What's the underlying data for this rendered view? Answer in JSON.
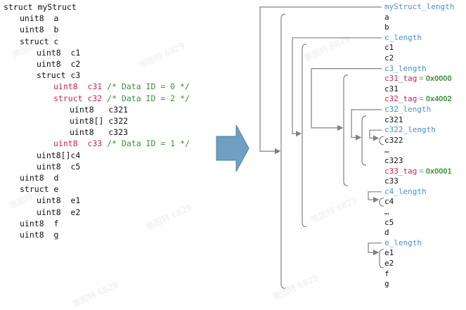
{
  "code": [
    {
      "indent": 0,
      "tokens": [
        {
          "t": "struct myStruct",
          "c": "plain"
        }
      ]
    },
    {
      "indent": 1,
      "tokens": [
        {
          "t": "unit8  a",
          "c": "plain"
        }
      ]
    },
    {
      "indent": 1,
      "tokens": [
        {
          "t": "uint8  b",
          "c": "plain"
        }
      ]
    },
    {
      "indent": 1,
      "tokens": [
        {
          "t": "struct c",
          "c": "plain"
        }
      ]
    },
    {
      "indent": 2,
      "tokens": [
        {
          "t": "uint8  c1",
          "c": "plain"
        }
      ]
    },
    {
      "indent": 2,
      "tokens": [
        {
          "t": "uint8  c2",
          "c": "plain"
        }
      ]
    },
    {
      "indent": 2,
      "tokens": [
        {
          "t": "struct c3",
          "c": "plain"
        }
      ]
    },
    {
      "indent": 3,
      "tokens": [
        {
          "t": "uint8  c31 ",
          "c": "red"
        },
        {
          "t": "/* Data ID = 0 */",
          "c": "green"
        }
      ]
    },
    {
      "indent": 3,
      "tokens": [
        {
          "t": "struct c32 ",
          "c": "red"
        },
        {
          "t": "/* Data ID = 2 */",
          "c": "green"
        }
      ]
    },
    {
      "indent": 4,
      "tokens": [
        {
          "t": "uint8   c321",
          "c": "plain"
        }
      ]
    },
    {
      "indent": 4,
      "tokens": [
        {
          "t": "uint8[] c322",
          "c": "plain"
        }
      ]
    },
    {
      "indent": 4,
      "tokens": [
        {
          "t": "uint8   c323",
          "c": "plain"
        }
      ]
    },
    {
      "indent": 3,
      "tokens": [
        {
          "t": "uint8  c33 ",
          "c": "red"
        },
        {
          "t": "/* Data ID = 1 */",
          "c": "green"
        }
      ]
    },
    {
      "indent": 2,
      "tokens": [
        {
          "t": "uint8[]c4",
          "c": "plain"
        }
      ]
    },
    {
      "indent": 2,
      "tokens": [
        {
          "t": "uint8  c5",
          "c": "plain"
        }
      ]
    },
    {
      "indent": 1,
      "tokens": [
        {
          "t": "uint8  d",
          "c": "plain"
        }
      ]
    },
    {
      "indent": 1,
      "tokens": [
        {
          "t": "struct e",
          "c": "plain"
        }
      ]
    },
    {
      "indent": 2,
      "tokens": [
        {
          "t": "uint8  e1",
          "c": "plain"
        }
      ]
    },
    {
      "indent": 2,
      "tokens": [
        {
          "t": "uint8  e2",
          "c": "plain"
        }
      ]
    },
    {
      "indent": 1,
      "tokens": [
        {
          "t": "uint8  f",
          "c": "plain"
        }
      ]
    },
    {
      "indent": 1,
      "tokens": [
        {
          "t": "uint8  g",
          "c": "plain"
        }
      ]
    }
  ],
  "layout": [
    {
      "label": "myStruct_length",
      "kind": "length"
    },
    {
      "label": "a",
      "kind": "field"
    },
    {
      "label": "b",
      "kind": "field"
    },
    {
      "label": "c_length",
      "kind": "length"
    },
    {
      "label": "c1",
      "kind": "field"
    },
    {
      "label": "c2",
      "kind": "field"
    },
    {
      "label": "c3_length",
      "kind": "length"
    },
    {
      "label": "c31_tag",
      "kind": "tag",
      "value": "0x0000"
    },
    {
      "label": "c31",
      "kind": "field"
    },
    {
      "label": "c32_tag",
      "kind": "tag",
      "value": "0x4002"
    },
    {
      "label": "c32_length",
      "kind": "length"
    },
    {
      "label": "c321",
      "kind": "field"
    },
    {
      "label": "c322_length",
      "kind": "length"
    },
    {
      "label": "c322",
      "kind": "field"
    },
    {
      "label": "…",
      "kind": "field"
    },
    {
      "label": "c323",
      "kind": "field"
    },
    {
      "label": "c33_tag",
      "kind": "tag",
      "value": "0x0001"
    },
    {
      "label": "c33",
      "kind": "field"
    },
    {
      "label": "c4_length",
      "kind": "length"
    },
    {
      "label": "c4",
      "kind": "field"
    },
    {
      "label": "…",
      "kind": "field"
    },
    {
      "label": "c5",
      "kind": "field"
    },
    {
      "label": "d",
      "kind": "field"
    },
    {
      "label": "e_length",
      "kind": "length"
    },
    {
      "label": "e1",
      "kind": "field"
    },
    {
      "label": "e2",
      "kind": "field"
    },
    {
      "label": "f",
      "kind": "field"
    },
    {
      "label": "g",
      "kind": "field"
    }
  ],
  "tag_separator": " = ",
  "colors": {
    "keyword_red": "#c8245a",
    "comment_green": "#3f8f3f",
    "length_blue": "#4f8fbf",
    "arrow_fill": "#6f9fc2",
    "bracket_gray": "#808080"
  },
  "watermark": "策图特 6829"
}
